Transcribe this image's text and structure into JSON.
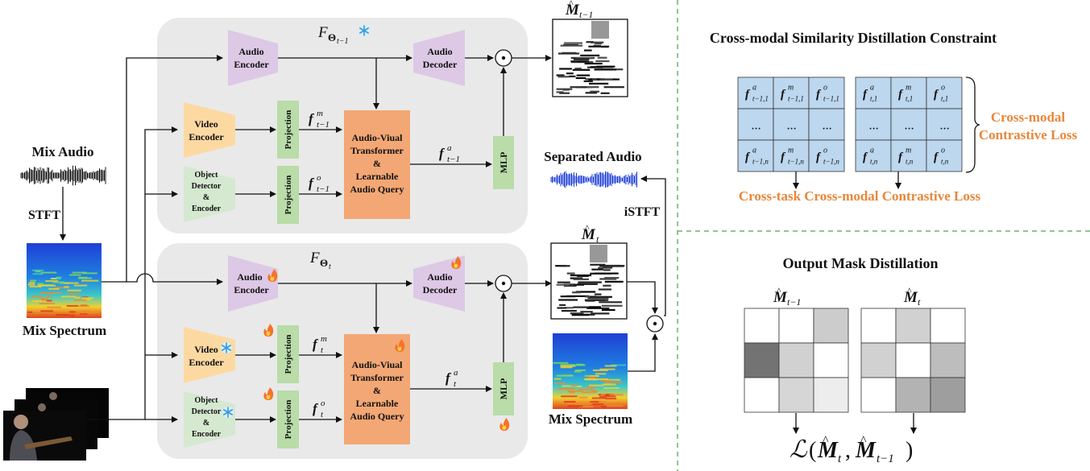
{
  "left": {
    "mix_audio": "Mix Audio",
    "stft": "STFT",
    "mix_spectrum": "Mix Spectrum"
  },
  "top_branch": {
    "model_label": "F",
    "model_sub": "Θ",
    "model_subsub": "t−1",
    "audio_encoder": [
      "Audio",
      "Encoder"
    ],
    "audio_decoder": [
      "Audio",
      "Decoder"
    ],
    "video_encoder": [
      "Video",
      "Encoder"
    ],
    "object_detector": [
      "Object",
      "Detector",
      "&",
      "Encoder"
    ],
    "projection": "Projection",
    "transformer": [
      "Audio-Viual",
      "Transformer",
      "&",
      "Learnable",
      "Audio Query"
    ],
    "mlp": "MLP",
    "feat_m": "f",
    "feat_m_sup": "m",
    "feat_m_sub": "t−1",
    "feat_o": "f",
    "feat_o_sup": "o",
    "feat_o_sub": "t−1",
    "feat_a": "f",
    "feat_a_sup": "a",
    "feat_a_sub": "t−1",
    "mask_label": "M",
    "mask_sub": "t−1",
    "dot": "⊙"
  },
  "bottom_branch": {
    "model_label": "F",
    "model_sub": "Θ",
    "model_subsub": "t",
    "audio_encoder": [
      "Audio",
      "Encoder"
    ],
    "audio_decoder": [
      "Audio",
      "Decoder"
    ],
    "video_encoder": [
      "Video",
      "Encoder"
    ],
    "object_detector": [
      "Object",
      "Detector",
      "&",
      "Encoder"
    ],
    "projection": "Projection",
    "transformer": [
      "Audio-Viual",
      "Transformer",
      "&",
      "Learnable",
      "Audio Query"
    ],
    "mlp": "MLP",
    "feat_m": "f",
    "feat_m_sup": "m",
    "feat_m_sub": "t",
    "feat_o": "f",
    "feat_o_sup": "o",
    "feat_o_sub": "t",
    "feat_a": "f",
    "feat_a_sup": "a",
    "feat_a_sub": "t",
    "mask_label": "M",
    "mask_sub": "t",
    "dot": "⊙"
  },
  "middle": {
    "separated_audio": "Separated Audio",
    "istft": "iSTFT",
    "mix_spectrum": "Mix Spectrum"
  },
  "right_top": {
    "title": "Cross-modal Similarity Distillation Constraint",
    "matrix_prev": [
      [
        "f^a_{t-1,1}",
        "f^m_{t-1,1}",
        "f^o_{t-1,1}"
      ],
      [
        "...",
        "...",
        "..."
      ],
      [
        "f^a_{t-1,n}",
        "f^m_{t-1,n}",
        "f^o_{t-1,n}"
      ]
    ],
    "matrix_prev_cells": [
      {
        "base": "f",
        "sup": "a",
        "sub": "t−1,1"
      },
      {
        "base": "f",
        "sup": "m",
        "sub": "t−1,1"
      },
      {
        "base": "f",
        "sup": "o",
        "sub": "t−1,1"
      },
      {
        "base": "…",
        "sup": "",
        "sub": ""
      },
      {
        "base": "…",
        "sup": "",
        "sub": ""
      },
      {
        "base": "…",
        "sup": "",
        "sub": ""
      },
      {
        "base": "f",
        "sup": "a",
        "sub": "t−1,n"
      },
      {
        "base": "f",
        "sup": "m",
        "sub": "t−1,n"
      },
      {
        "base": "f",
        "sup": "o",
        "sub": "t−1,n"
      }
    ],
    "matrix_cur_cells": [
      {
        "base": "f",
        "sup": "a",
        "sub": "t,1"
      },
      {
        "base": "f",
        "sup": "m",
        "sub": "t,1"
      },
      {
        "base": "f",
        "sup": "o",
        "sub": "t,1"
      },
      {
        "base": "…",
        "sup": "",
        "sub": ""
      },
      {
        "base": "…",
        "sup": "",
        "sub": ""
      },
      {
        "base": "…",
        "sup": "",
        "sub": ""
      },
      {
        "base": "f",
        "sup": "a",
        "sub": "t,n"
      },
      {
        "base": "f",
        "sup": "m",
        "sub": "t,n"
      },
      {
        "base": "f",
        "sup": "o",
        "sub": "t,n"
      }
    ],
    "cross_modal_loss": [
      "Cross-modal",
      "Contrastive Loss"
    ],
    "cross_task_loss": "Cross-task Cross-modal Contrastive Loss",
    "cell_color": "#bcd7ee"
  },
  "right_bottom": {
    "title": "Output Mask Distillation",
    "mask_prev_label": "M",
    "mask_prev_sub": "t−1",
    "mask_cur_label": "M",
    "mask_cur_sub": "t",
    "mask_prev_values": [
      0.0,
      0.0,
      0.2,
      0.55,
      0.18,
      0.0,
      0.0,
      0.16,
      0.07
    ],
    "mask_cur_values": [
      0.0,
      0.18,
      0.0,
      0.18,
      0.0,
      0.26,
      0.0,
      0.3,
      0.38
    ],
    "loss": "L(M_t, M_{t-1})",
    "loss_l": "ℒ",
    "loss_open": "(",
    "loss_m1": "M",
    "loss_m1_sub": "t",
    "loss_comma": ",",
    "loss_m2": "M",
    "loss_m2_sub": "t−1",
    "loss_close": ")"
  },
  "colors": {
    "encoder_purple": "#ddc8e6",
    "video_orange": "#fdd9a2",
    "detector_green": "#d5e8d0",
    "projection_green": "#b9dca8",
    "transformer_orange": "#f3a774",
    "panel_gray": "#e9e9e9",
    "divider_green": "#6db36d",
    "loss_orange": "#e8873a"
  },
  "icons": {
    "frozen": "snowflake-icon",
    "trainable": "flame-icon"
  }
}
